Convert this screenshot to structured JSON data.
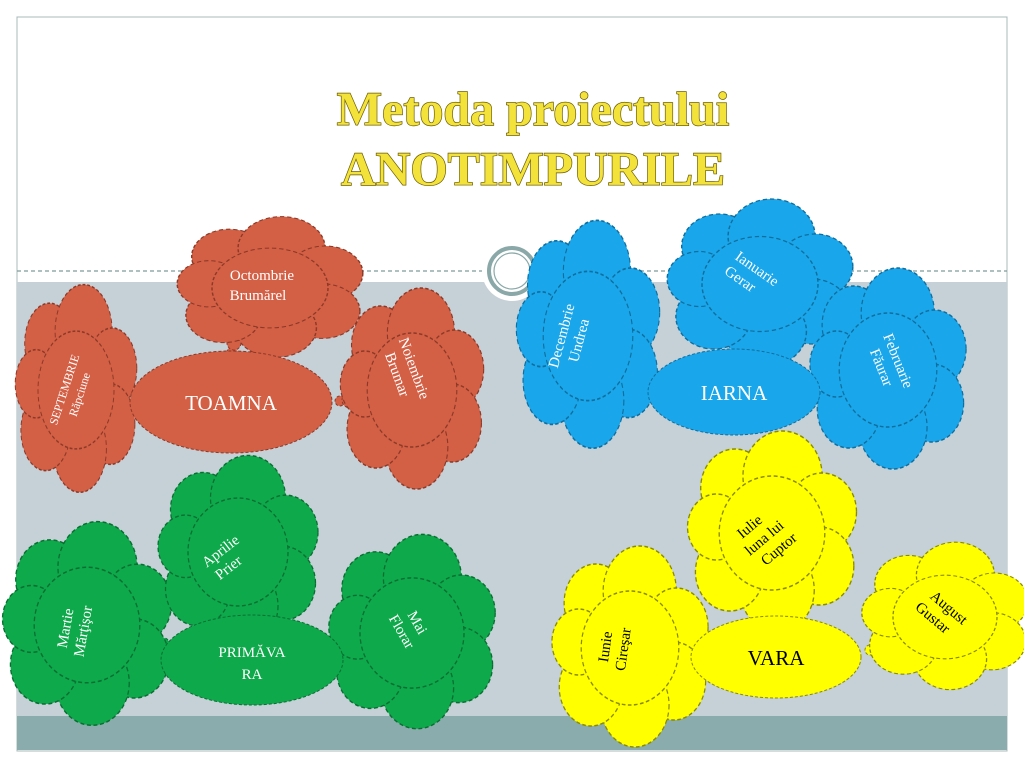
{
  "title": {
    "line1": "Metoda proiectului",
    "line2": "ANOTIMPURILE"
  },
  "colors": {
    "toamna": "#d35f45",
    "iarna": "#1aa6ea",
    "primavara": "#0ea94a",
    "vara": "#ffff00",
    "panel": "#c5d0d7",
    "footer": "#8aacac",
    "title_fill": "#f2e23a",
    "title_stroke": "#6b5b00"
  },
  "seasons": {
    "toamna": {
      "label": "TOAMNA",
      "months": [
        {
          "line1": "SEPTEMBRIE",
          "line2": "Răpciune"
        },
        {
          "line1": "Octombrie",
          "line2": "Brumărel"
        },
        {
          "line1": "Noiembrie",
          "line2": "Brumar"
        }
      ]
    },
    "iarna": {
      "label": "IARNA",
      "months": [
        {
          "line1": "Decembrie",
          "line2": "Undrea"
        },
        {
          "line1": "Ianuarie",
          "line2": "Gerar"
        },
        {
          "line1": "Februarie",
          "line2": "Făurar"
        }
      ]
    },
    "primavara": {
      "label_line1": "PRIMĂVA",
      "label_line2": "RA",
      "months": [
        {
          "line1": "Martie",
          "line2": "Mărţişor"
        },
        {
          "line1": "Aprilie",
          "line2": "Prier"
        },
        {
          "line1": "Mai",
          "line2": "Florar"
        }
      ]
    },
    "vara": {
      "label": "VARA",
      "months": [
        {
          "line1": "Iunie",
          "line2": "Cireşar"
        },
        {
          "line1": "Iulie",
          "line2": "luna lui",
          "line3": "Cuptor"
        },
        {
          "line1": "August",
          "line2": "Gustar"
        }
      ]
    }
  }
}
